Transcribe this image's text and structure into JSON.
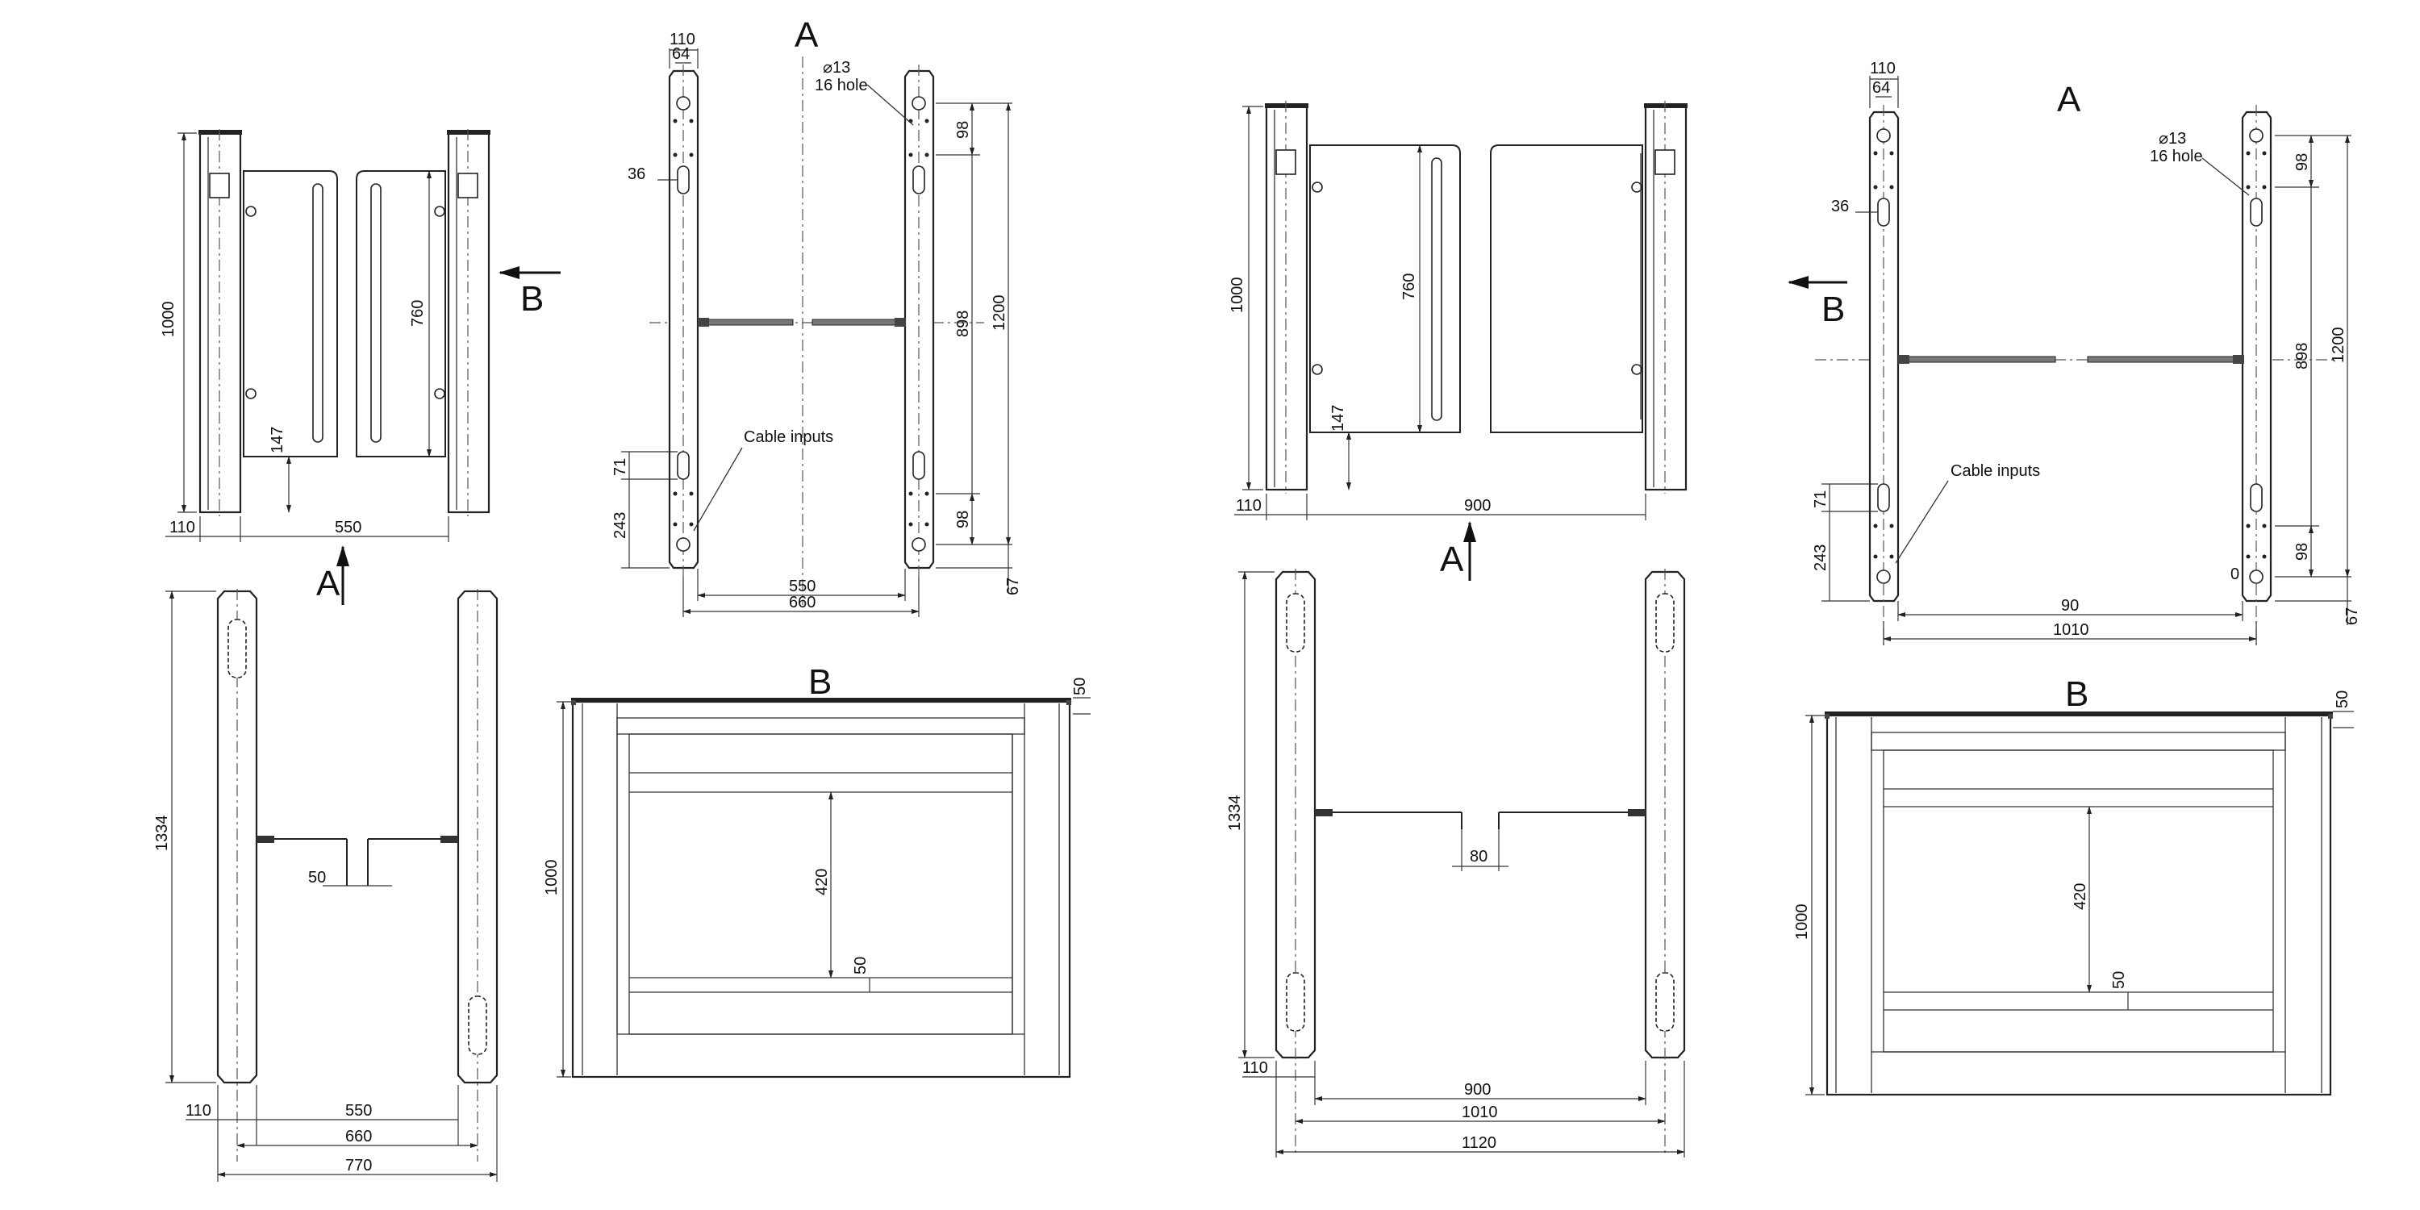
{
  "left_set": {
    "front": {
      "height": "1000",
      "post_width": "110",
      "gap": "550",
      "gate_height": "760",
      "bottom_offset": "147",
      "view_a": "A",
      "view_b": "B"
    },
    "plan": {
      "title": "A",
      "w110": "110",
      "w64": "64",
      "hole_line1": "⌀13",
      "hole_line2": "16 hole",
      "d36": "36",
      "d98a": "98",
      "d898": "898",
      "d1200": "1200",
      "cable": "Cable inputs",
      "d71": "71",
      "d243": "243",
      "d98b": "98",
      "d67": "67",
      "d550": "550",
      "d660": "660"
    },
    "top": {
      "d1334": "1334",
      "d50": "50",
      "d110": "110",
      "d550": "550",
      "d660": "660",
      "d770": "770"
    },
    "side": {
      "title": "B",
      "d50top": "50",
      "d1000": "1000",
      "d420": "420",
      "d50": "50"
    }
  },
  "right_set": {
    "front": {
      "height": "1000",
      "post_width": "110",
      "gap": "900",
      "gate_height": "760",
      "bottom_offset": "147",
      "view_a": "A"
    },
    "plan": {
      "title": "A",
      "w110": "110",
      "w64": "64",
      "hole_line1": "⌀13",
      "hole_line2": "16 hole",
      "d36": "36",
      "view_b": "B",
      "d98a": "98",
      "d898": "898",
      "d1200": "1200",
      "cable": "Cable inputs",
      "d71": "71",
      "d243": "243",
      "d98b": "98",
      "d0": "0",
      "d67": "67",
      "d90": "90",
      "d1010": "1010"
    },
    "top": {
      "d1334": "1334",
      "d80": "80",
      "d110": "110",
      "d900": "900",
      "d1010": "1010",
      "d1120": "1120"
    },
    "side": {
      "title": "B",
      "d50top": "50",
      "d1000": "1000",
      "d420": "420",
      "d50": "50"
    }
  }
}
